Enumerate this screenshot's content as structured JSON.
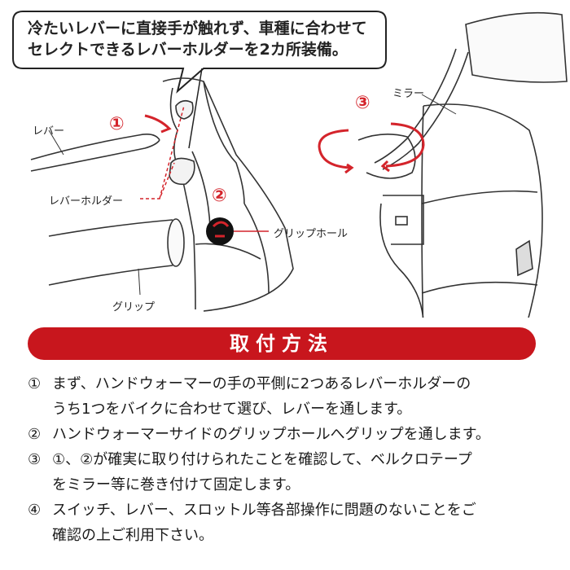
{
  "callout": {
    "line1": "冷たいレバーに直接手が触れず、車種に合わせて",
    "line2": "セレクトできるレバーホルダーを2カ所装備。"
  },
  "labels": {
    "lever": "レバー",
    "lever_holder": "レバーホルダー",
    "grip": "グリップ",
    "grip_hole": "グリップホール",
    "mirror": "ミラー"
  },
  "step_markers": {
    "m1": "①",
    "m2": "②",
    "m3": "③"
  },
  "title": "取付方法",
  "steps": [
    {
      "mark": "①",
      "text": "まず、ハンドウォーマーの手の平側に2つあるレバーホルダーの\nうち1つをバイクに合わせて選び、レバーを通します。"
    },
    {
      "mark": "②",
      "text": "ハンドウォーマーサイドのグリップホールへグリップを通します。"
    },
    {
      "mark": "③",
      "text": "①、②が確実に取り付けられたことを確認して、ベルクロテープ\nをミラー等に巻き付けて固定します。"
    },
    {
      "mark": "④",
      "text": "スイッチ、レバー、スロットル等各部操作に問題のないことをご\n確認の上ご利用下さい。"
    }
  ],
  "colors": {
    "accent": "#c8161d",
    "line": "#444444"
  }
}
